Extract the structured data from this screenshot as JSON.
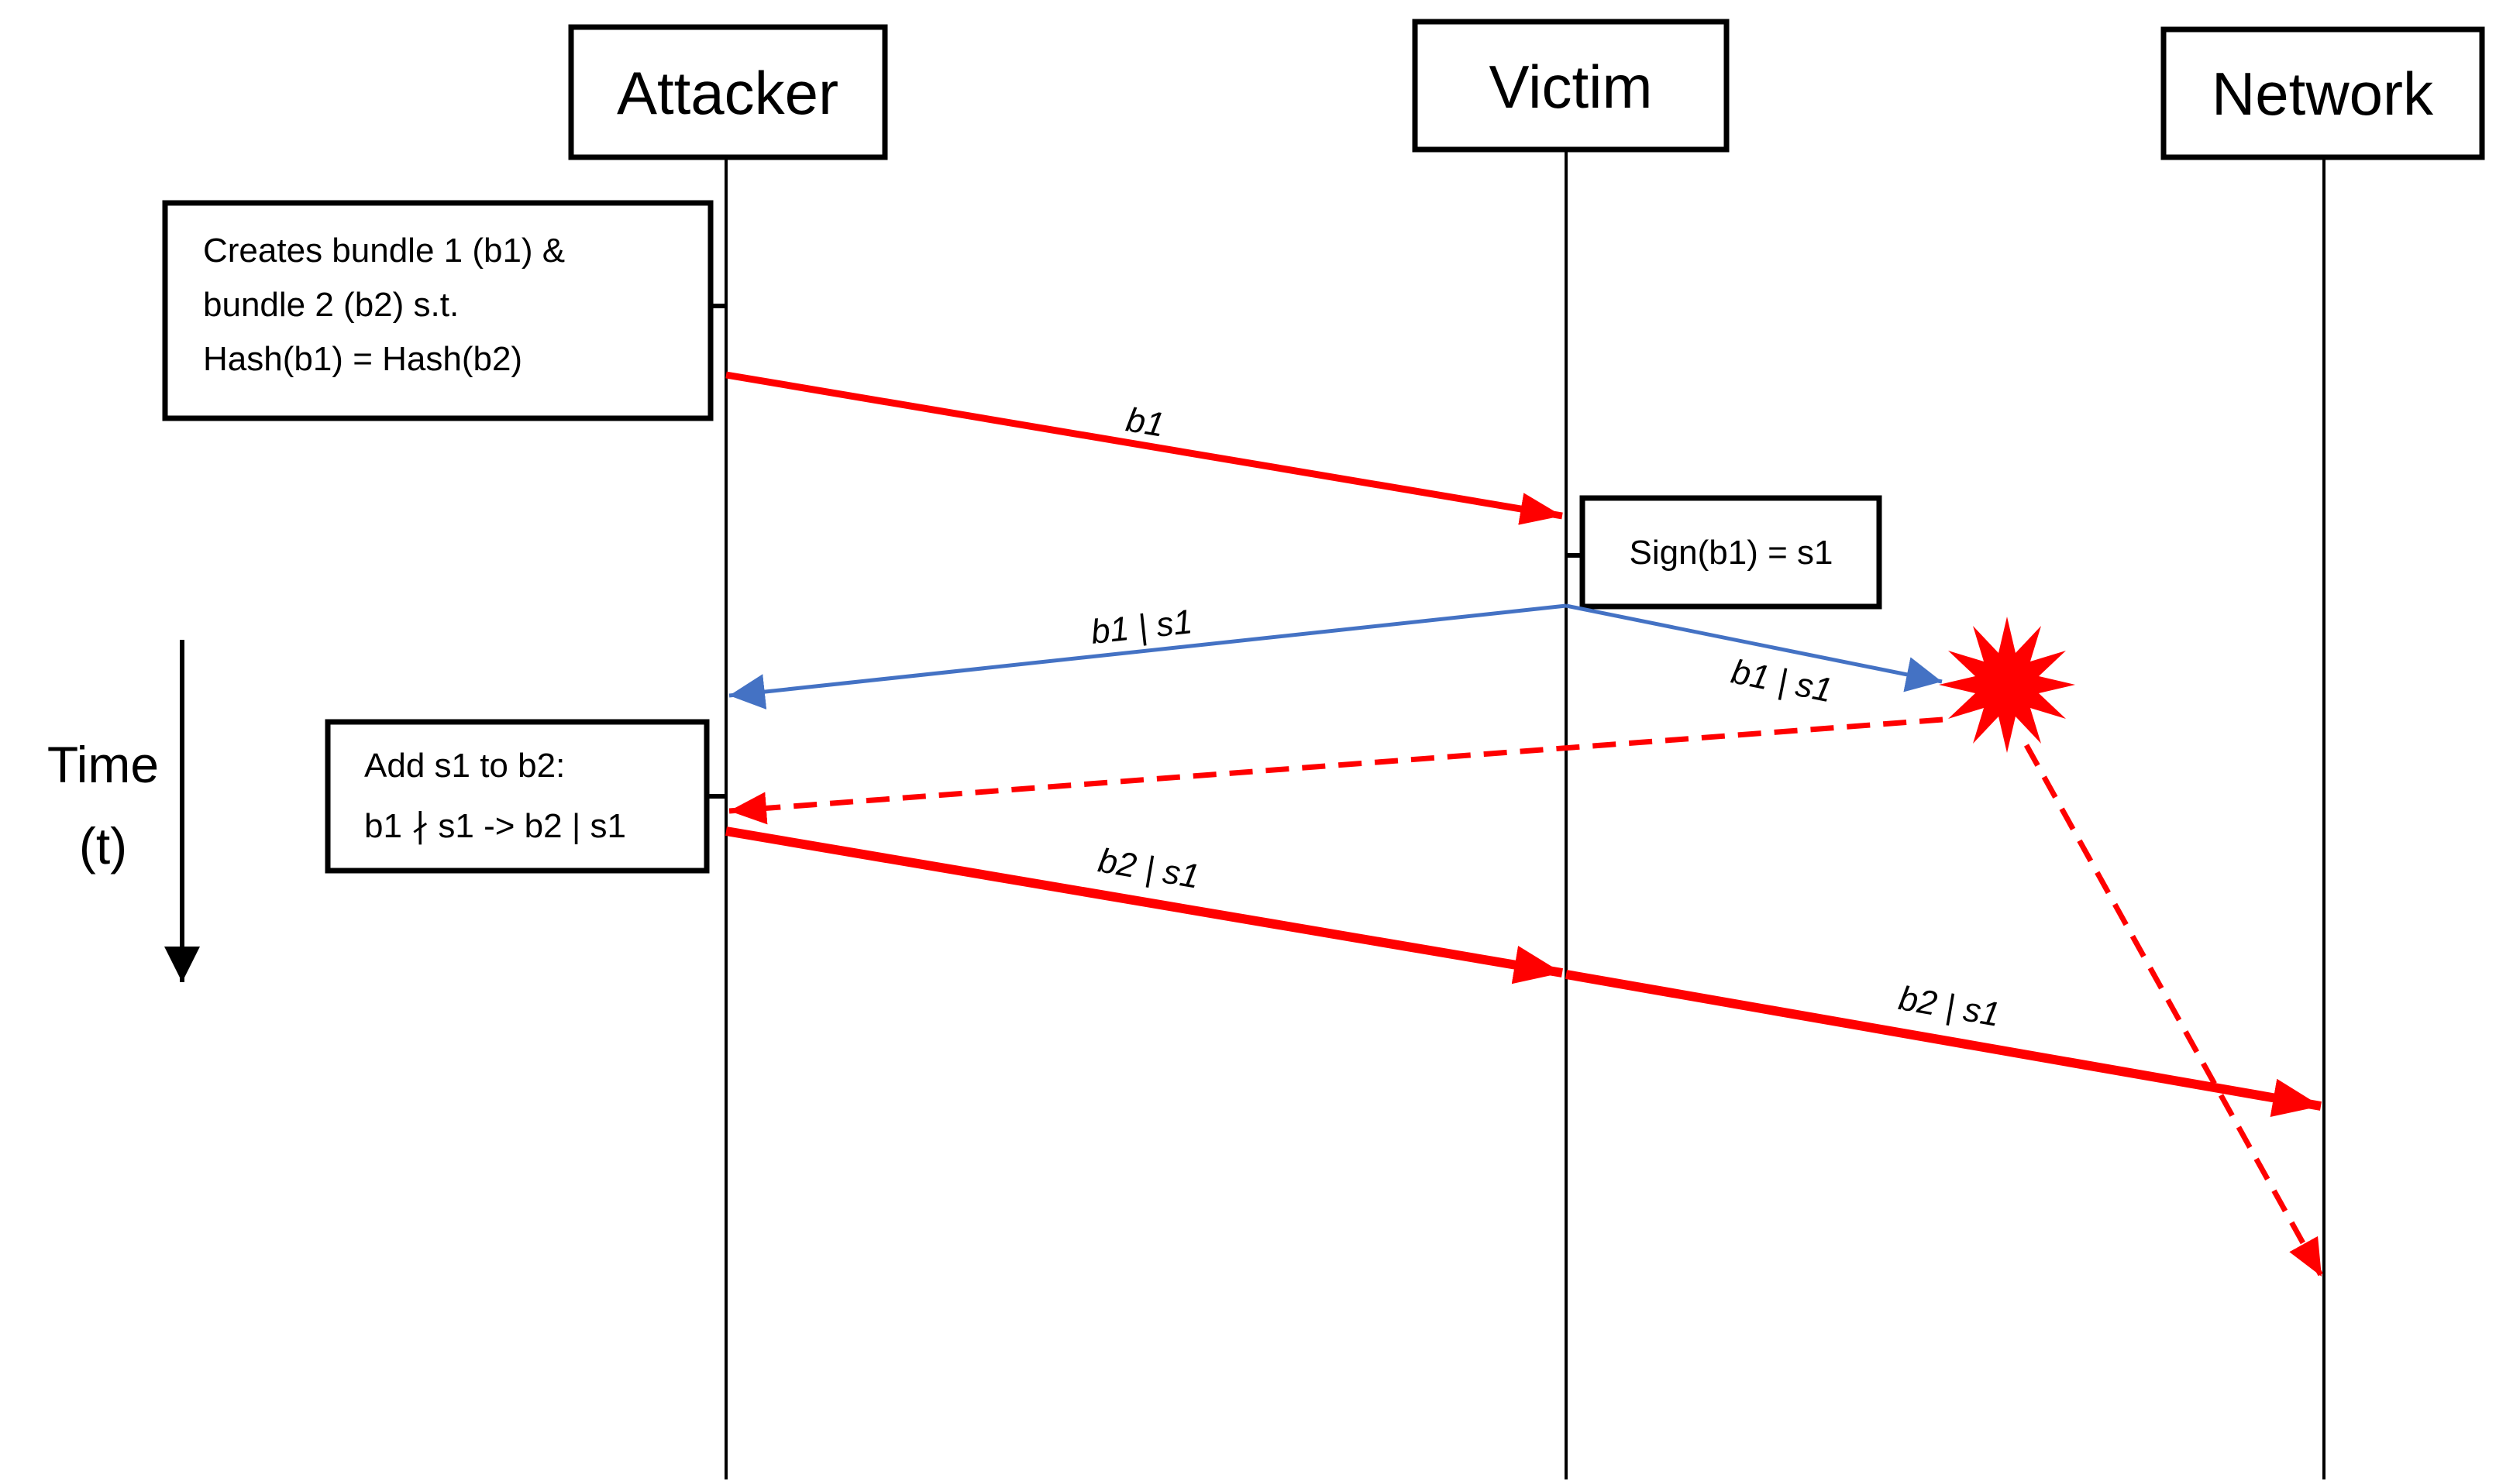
{
  "diagram": {
    "actors": [
      {
        "label": "Attacker"
      },
      {
        "label": "Victim"
      },
      {
        "label": "Network"
      }
    ],
    "time_axis": {
      "line1": "Time",
      "line2": "(t)"
    },
    "notes": {
      "create_bundles": {
        "line1": "Creates bundle 1 (b1) &",
        "line2": "bundle 2 (b2) s.t.",
        "line3": "Hash(b1) = Hash(b2)"
      },
      "sign": {
        "text": "Sign(b1) = s1"
      },
      "add_signature": {
        "line1": "Add s1 to b2:",
        "line2": "b1 ∤ s1 -> b2 | s1"
      }
    },
    "messages": {
      "b1": "b1",
      "b1_s1_to_attacker": "b1 | s1",
      "b1_s1_to_network": "b1 | s1",
      "b2_s1_to_victim": "b2 | s1",
      "b2_s1_to_network": "b2 | s1"
    },
    "colors": {
      "attack_red": "#FF0000",
      "victim_blue": "#4472C4",
      "line_black": "#000000"
    }
  }
}
